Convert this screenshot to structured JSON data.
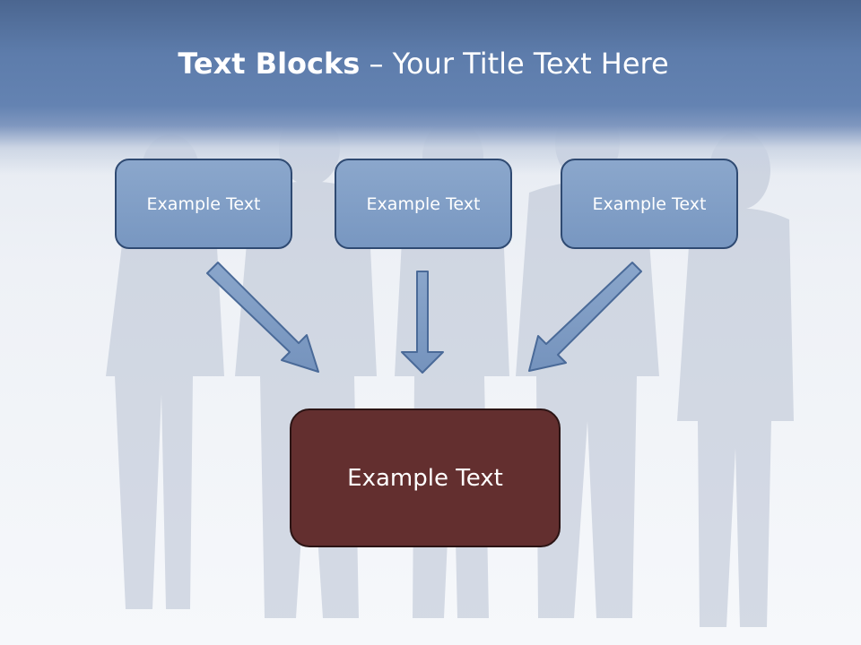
{
  "title": {
    "bold": "Text Blocks",
    "dash": " – ",
    "rest": "Your Title Text Here"
  },
  "boxes": {
    "left": "Example Text",
    "middle": "Example Text",
    "right": "Example Text",
    "bottom": "Example Text"
  },
  "colors": {
    "title_band": "#5d7cab",
    "top_box_fill": "#7f9dc5",
    "top_box_border": "#2f4a72",
    "bottom_box_fill": "#632f2f",
    "arrow_fill": "#7f9dc5"
  }
}
